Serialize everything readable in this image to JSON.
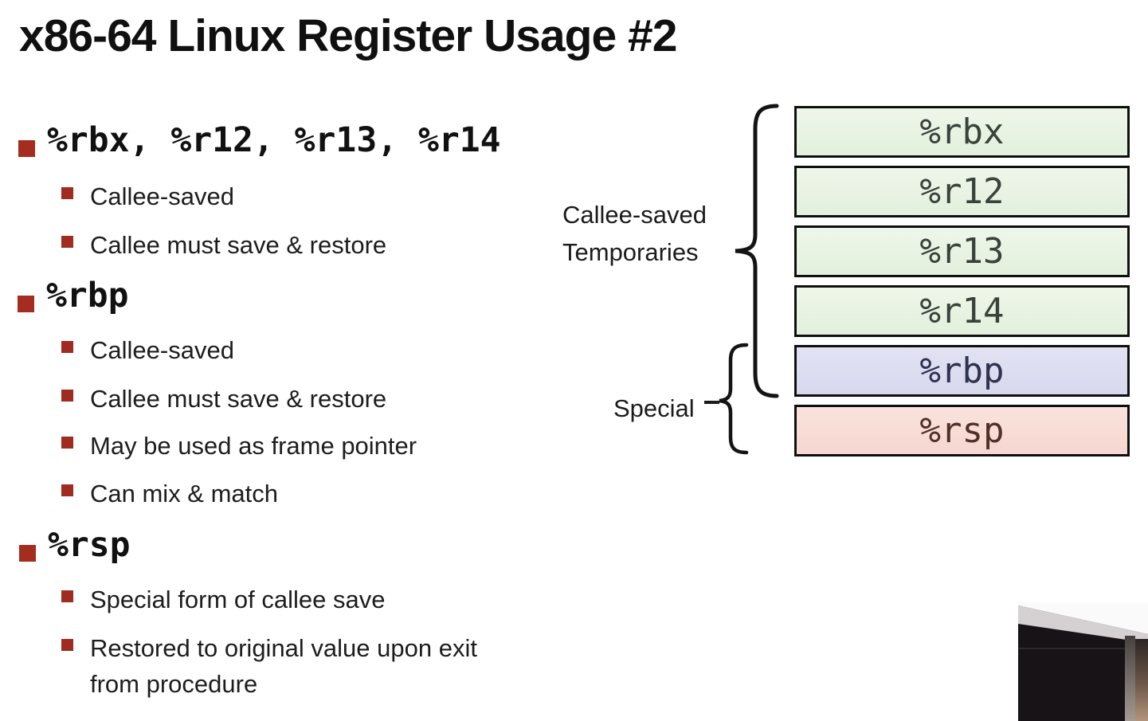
{
  "slide": {
    "title": "x86-64 Linux Register Usage #2",
    "sections": [
      {
        "heading": "%rbx, %r12, %r13, %r14",
        "points": [
          "Callee-saved",
          "Callee must save & restore"
        ]
      },
      {
        "heading": "%rbp",
        "points": [
          "Callee-saved",
          "Callee must save & restore",
          "May be used as frame pointer",
          "Can mix & match"
        ]
      },
      {
        "heading": "%rsp",
        "points": [
          "Special form of callee save",
          "Restored to original value upon exit from procedure"
        ]
      }
    ]
  },
  "diagram": {
    "group_labels": {
      "callee_saved_line1": "Callee-saved",
      "callee_saved_line2": "Temporaries",
      "special": "Special"
    },
    "registers": [
      {
        "name": "%rbx",
        "group": "callee-saved-temporaries"
      },
      {
        "name": "%r12",
        "group": "callee-saved-temporaries"
      },
      {
        "name": "%r13",
        "group": "callee-saved-temporaries"
      },
      {
        "name": "%r14",
        "group": "callee-saved-temporaries"
      },
      {
        "name": "%rbp",
        "group": "callee-saved-temporaries + special"
      },
      {
        "name": "%rsp",
        "group": "special"
      }
    ]
  },
  "colors": {
    "bullet_red": "#a42d1f",
    "sub_bullet_red": "#a02b20",
    "register_green_fill": "#e8f2e2",
    "register_purple_fill": "#dcdcf0",
    "register_pink_fill": "#f8dcd6",
    "box_border": "#0f0f0f",
    "text_dark": "#1b1b1b"
  }
}
